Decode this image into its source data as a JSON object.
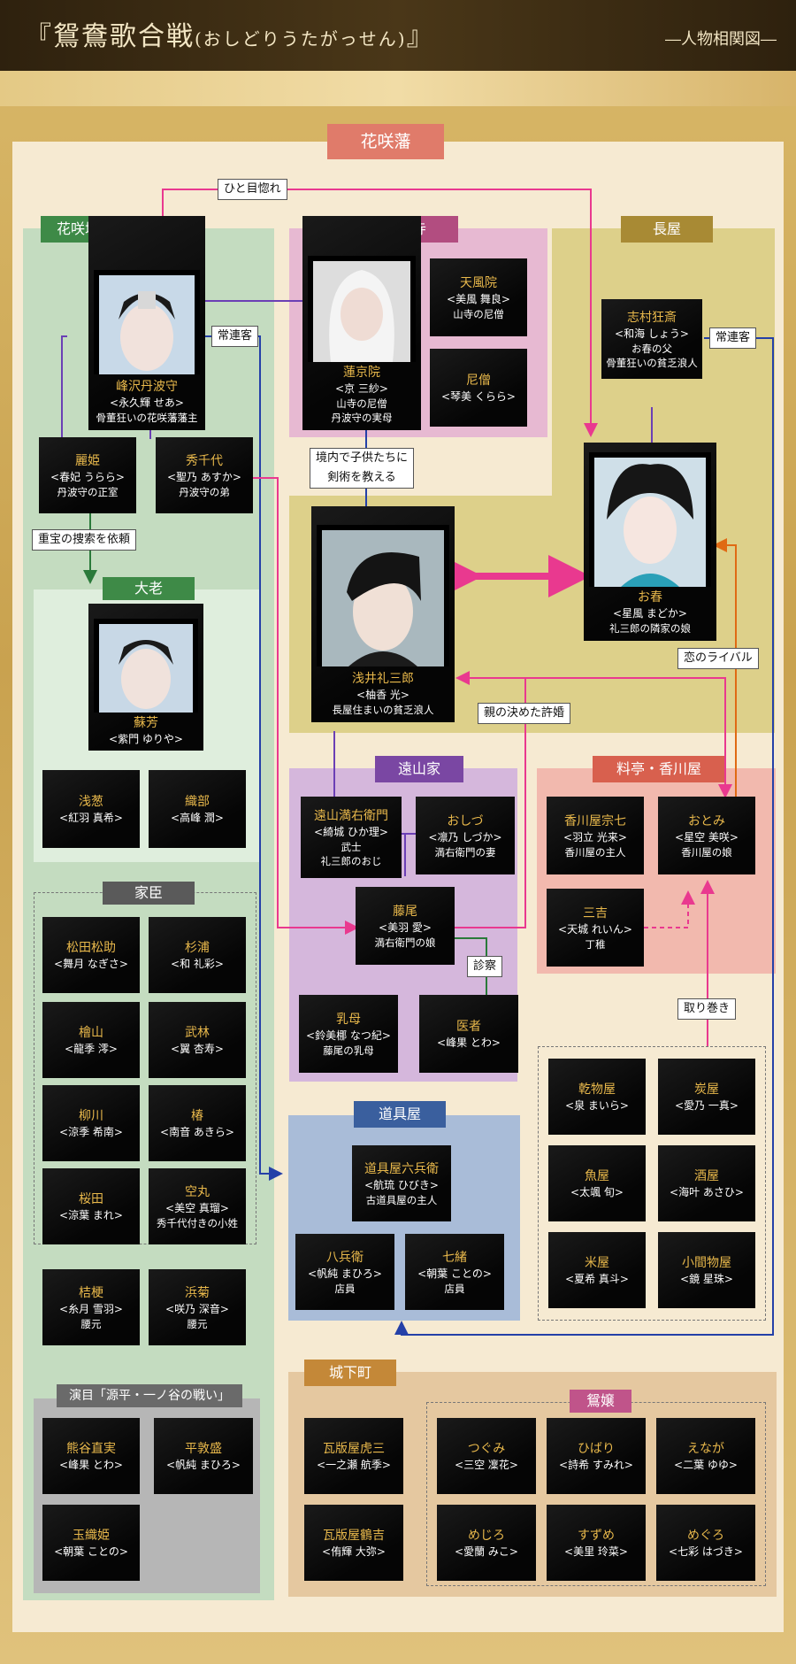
{
  "header": {
    "title": "『鴛鴦歌合戦",
    "title_sub": "(おしどりうたがっせん)",
    "title_end": "』",
    "subtitle": "―人物相関図―"
  },
  "groups": {
    "hanasaki_han": "花咲藩",
    "hanasaki_castle": "花咲城",
    "yamadera": "山寺",
    "nagaya": "長屋",
    "tairo": "大老",
    "kashin": "家臣",
    "tooyama": "遠山家",
    "kagawaya": "料亭・香川屋",
    "dogu": "道具屋",
    "joka": "城下町",
    "oshidori_jo": "鴛嬢",
    "engeki": "演目「源平・一ノ谷の戦い」"
  },
  "notes": {
    "hitomebore": "ひと目惚れ",
    "joren1": "常連客",
    "joren2": "常連客",
    "kenjutsu1": "境内で子供たちに",
    "kenjutsu2": "剣術を教える",
    "sosaku": "重宝の捜索を依頼",
    "iinazuke": "親の決めた許婚",
    "koi_rival": "恋のライバル",
    "shinsatsu": "診察",
    "torimaki": "取り巻き"
  },
  "characters": {
    "minesawa": {
      "name": "峰沢丹波守",
      "actor": "<永久輝 せあ>",
      "role": "骨董狂いの花咲藩藩主"
    },
    "reiki": {
      "name": "麗姫",
      "actor": "<春妃 うらら>",
      "role": "丹波守の正室"
    },
    "hidechiyo": {
      "name": "秀千代",
      "actor": "<聖乃 あすか>",
      "role": "丹波守の弟"
    },
    "rengein": {
      "name": "蓮京院",
      "actor": "<京 三紗>",
      "role": "山寺の尼僧",
      "role2": "丹波守の実母"
    },
    "tenpuin": {
      "name": "天風院",
      "actor": "<美風 舞良>",
      "role": "山寺の尼僧"
    },
    "nisou": {
      "name": "尼僧",
      "actor": "<琴美 くらら>"
    },
    "shimura": {
      "name": "志村狂斎",
      "actor": "<和海 しょう>",
      "role": "お春の父",
      "role2": "骨董狂いの貧乏浪人"
    },
    "oharu": {
      "name": "お春",
      "actor": "<星風 まどか>",
      "role": "礼三郎の隣家の娘"
    },
    "asai": {
      "name": "浅井礼三郎",
      "actor": "<柚香 光>",
      "role": "長屋住まいの貧乏浪人"
    },
    "soho": {
      "name": "蘇芳",
      "actor": "<紫門 ゆりや>"
    },
    "asagi": {
      "name": "浅葱",
      "actor": "<紅羽 真希>"
    },
    "oribe": {
      "name": "織部",
      "actor": "<高峰 潤>"
    },
    "matsuda": {
      "name": "松田松助",
      "actor": "<舞月 なぎさ>"
    },
    "sugiura": {
      "name": "杉浦",
      "actor": "<和 礼彩>"
    },
    "hiyama": {
      "name": "檜山",
      "actor": "<龍季 澪>"
    },
    "takebayashi": {
      "name": "武林",
      "actor": "<翼 杏寿>"
    },
    "yanagawa": {
      "name": "柳川",
      "actor": "<涼季 希南>"
    },
    "tsubaki": {
      "name": "椿",
      "actor": "<南音 あきら>"
    },
    "sakurada": {
      "name": "桜田",
      "actor": "<涼葉 まれ>"
    },
    "sorامaru": {
      "name": "空丸",
      "actor": "<美空 真瑠>",
      "role": "秀千代付きの小姓"
    },
    "kikyo": {
      "name": "桔梗",
      "actor": "<糸月 雪羽>",
      "role": "腰元"
    },
    "hamagiku": {
      "name": "浜菊",
      "actor": "<咲乃 深音>",
      "role": "腰元"
    },
    "kumagai": {
      "name": "熊谷直実",
      "actor": "<峰果 とわ>"
    },
    "taira": {
      "name": "平敦盛",
      "actor": "<帆純 まひろ>"
    },
    "tamaorihime": {
      "name": "玉織姫",
      "actor": "<朝葉 ことの>"
    },
    "tooyama_m": {
      "name": "遠山満右衛門",
      "actor": "<綺城 ひか理>",
      "role": "武士",
      "role2": "礼三郎のおじ"
    },
    "oshizu": {
      "name": "おしづ",
      "actor": "<凛乃 しづか>",
      "role": "満右衛門の妻"
    },
    "fujio": {
      "name": "藤尾",
      "actor": "<美羽 愛>",
      "role": "満右衛門の娘"
    },
    "uba": {
      "name": "乳母",
      "actor": "<鈴美梛 なつ紀>",
      "role": "藤尾の乳母"
    },
    "isha": {
      "name": "医者",
      "actor": "<峰果 とわ>"
    },
    "kagawa_s": {
      "name": "香川屋宗七",
      "actor": "<羽立 光来>",
      "role": "香川屋の主人"
    },
    "otomi": {
      "name": "おとみ",
      "actor": "<星空 美咲>",
      "role": "香川屋の娘"
    },
    "sankichi": {
      "name": "三吉",
      "actor": "<天城 れいん>",
      "role": "丁稚"
    },
    "dogu_r": {
      "name": "道具屋六兵衛",
      "actor": "<航琉 ひびき>",
      "role": "古道具屋の主人"
    },
    "hachibe": {
      "name": "八兵衛",
      "actor": "<帆純 まひろ>",
      "role": "店員"
    },
    "shichio": {
      "name": "七緒",
      "actor": "<朝葉 ことの>",
      "role": "店員"
    },
    "himonoya": {
      "name": "乾物屋",
      "actor": "<泉 まいら>"
    },
    "sumiya": {
      "name": "炭屋",
      "actor": "<愛乃 一真>"
    },
    "uoya": {
      "name": "魚屋",
      "actor": "<太颯 旬>"
    },
    "sakaya": {
      "name": "酒屋",
      "actor": "<海叶 あさひ>"
    },
    "komeya": {
      "name": "米屋",
      "actor": "<夏希 真斗>"
    },
    "komamono": {
      "name": "小間物屋",
      "actor": "<鏡 星珠>"
    },
    "kawara_t": {
      "name": "瓦版屋虎三",
      "actor": "<一之瀬 航季>"
    },
    "kawara_k": {
      "name": "瓦版屋鶴吉",
      "actor": "<侑輝 大弥>"
    },
    "tsugumi": {
      "name": "つぐみ",
      "actor": "<三空 凜花>"
    },
    "hibari": {
      "name": "ひばり",
      "actor": "<詩希 すみれ>"
    },
    "enaga": {
      "name": "えなが",
      "actor": "<二葉 ゆゆ>"
    },
    "mejiro": {
      "name": "めじろ",
      "actor": "<愛蘭 みこ>"
    },
    "suzume": {
      "name": "すずめ",
      "actor": "<美里 玲菜>"
    },
    "meguro": {
      "name": "めぐろ",
      "actor": "<七彩 はづき>"
    }
  },
  "colors": {
    "hanasaki_han": "#e07b6a",
    "castle": "#3e8a47",
    "yamadera": "#b24d80",
    "nagaya": "#a88a34",
    "tooyama": "#7a47a3",
    "kagawaya": "#d8604e",
    "dogu": "#3a5f9e",
    "joka": "#c48838",
    "kashin": "#5a5a5a",
    "engeki": "#6a6a6a",
    "oshidori": "#c0548a",
    "pink": "#e9398f",
    "blue": "#2440a8",
    "purple": "#6b3fb5",
    "orange": "#e06a14"
  }
}
